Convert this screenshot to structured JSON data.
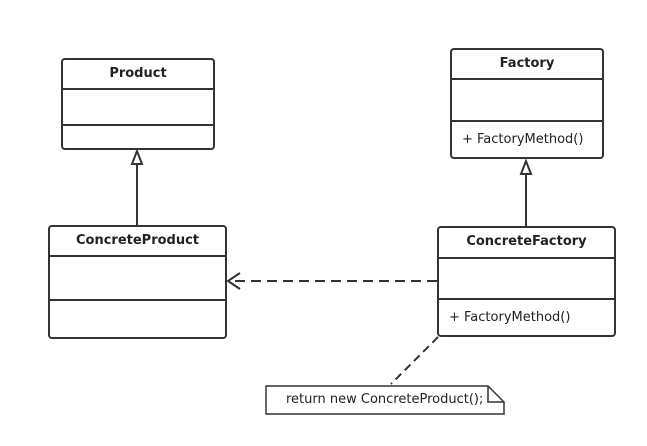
{
  "classes": {
    "product": {
      "name": "Product"
    },
    "factory": {
      "name": "Factory",
      "operation": "+ FactoryMethod()"
    },
    "concrete_product": {
      "name": "ConcreteProduct"
    },
    "concrete_factory": {
      "name": "ConcreteFactory",
      "operation": "+ FactoryMethod()"
    }
  },
  "note": {
    "text": "return new ConcreteProduct();"
  },
  "colors": {
    "stroke": "#333333",
    "background": "#ffffff"
  }
}
